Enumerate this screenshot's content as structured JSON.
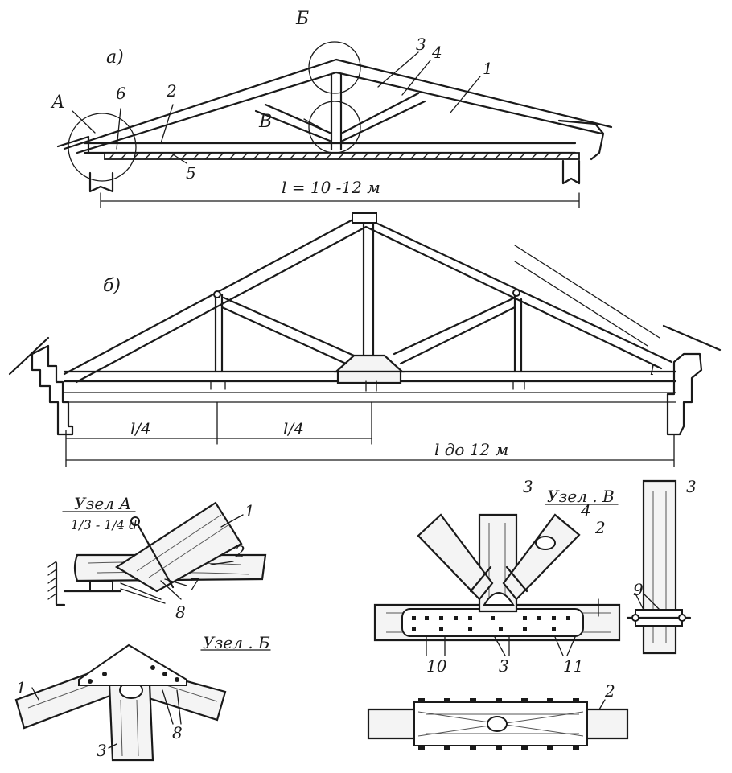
{
  "figure_a": {
    "caption": "а)",
    "node_a": "А",
    "node_b": "Б",
    "node_v": "В",
    "numbers": [
      "1",
      "2",
      "3",
      "4",
      "5",
      "6"
    ],
    "span": "l = 10 -12 м"
  },
  "figure_b": {
    "caption": "б)",
    "quarter_left": "l/4",
    "quarter_mid": "l/4",
    "span": "l до 12 м",
    "end_mark": "l"
  },
  "node_a_detail": {
    "title": "Узел  А",
    "ratio": "1/3 - 1/4 d",
    "numbers": [
      "1",
      "2",
      "7",
      "8"
    ]
  },
  "node_b_detail": {
    "title": "Узел . Б",
    "numbers": [
      "1",
      "3",
      "8"
    ]
  },
  "node_v_detail": {
    "title": "Узел . В",
    "numbers": [
      "3",
      "4",
      "2",
      "3",
      "9",
      "10",
      "3",
      "11",
      "2"
    ]
  }
}
